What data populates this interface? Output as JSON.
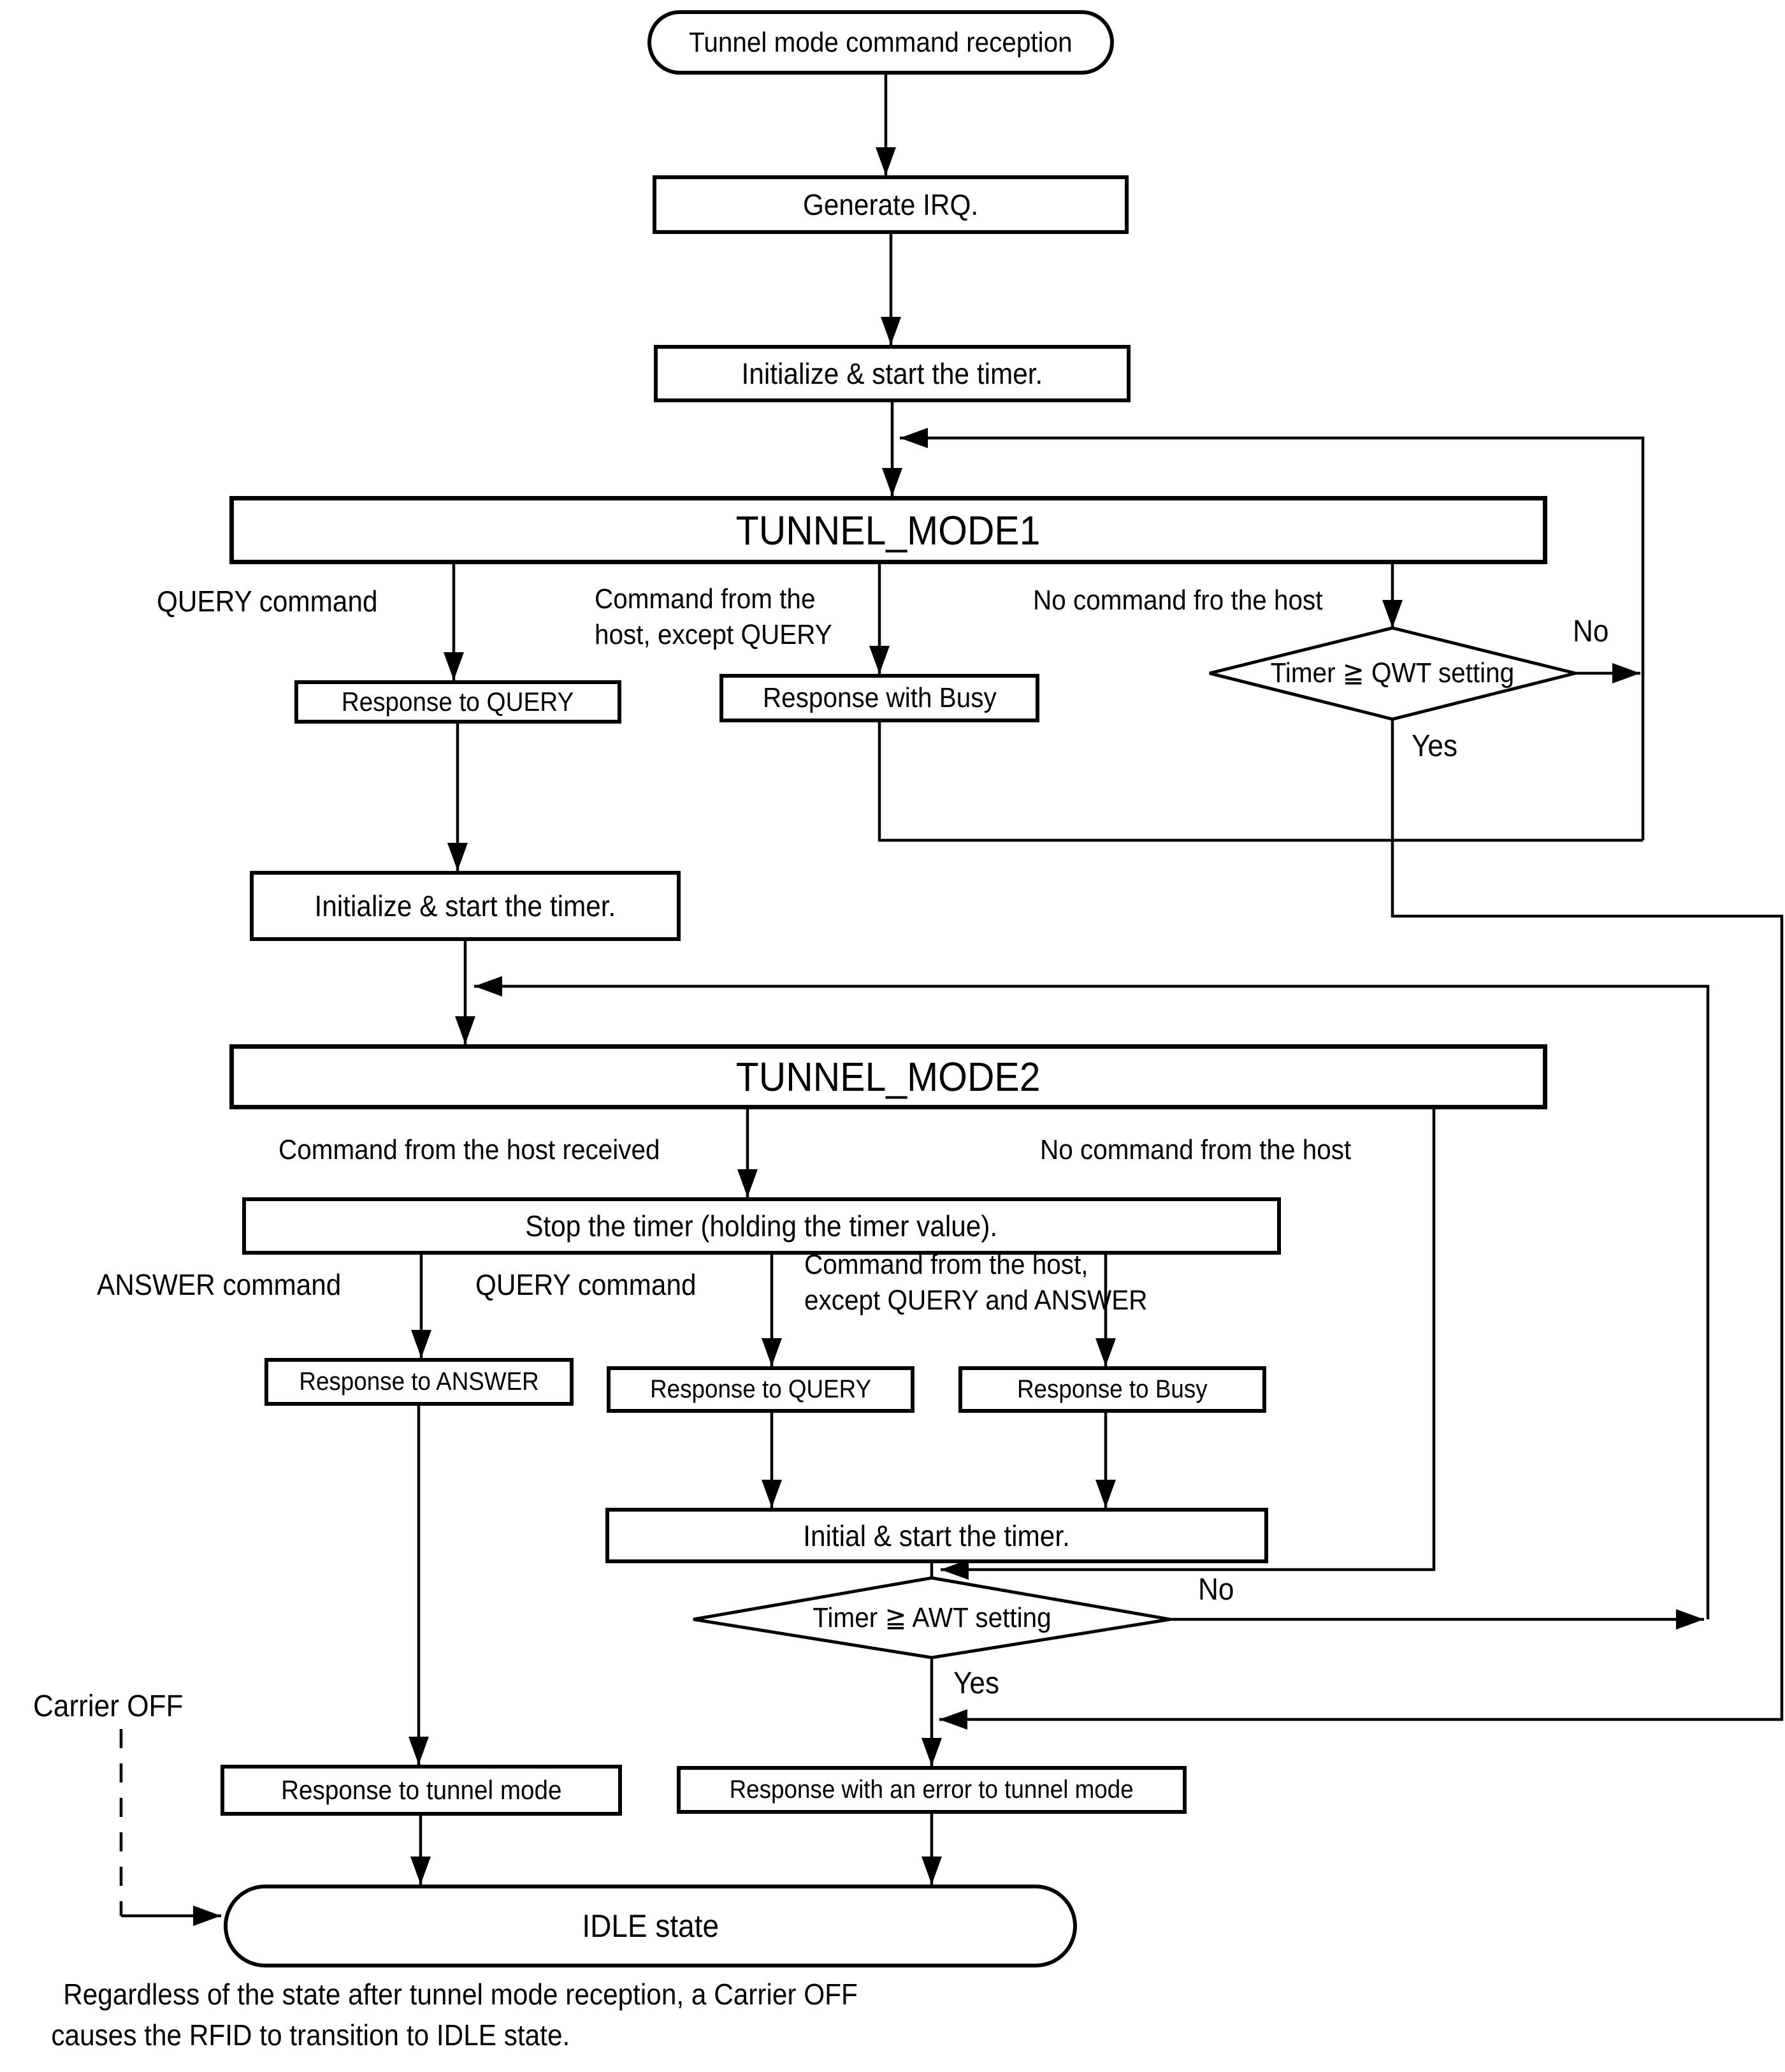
{
  "page": {
    "background": "#ffffff",
    "ink": "#000000"
  },
  "nodes": {
    "start": "Tunnel mode command reception",
    "generate_irq": "Generate IRQ.",
    "init_timer1": "Initialize & start the timer.",
    "tunnel_mode1": "TUNNEL_MODE1",
    "resp_query1": "Response to QUERY",
    "resp_busy1": "Response with Busy",
    "qwt_decision": "Timer ≧ QWT setting",
    "init_timer2": "Initialize & start the timer.",
    "tunnel_mode2": "TUNNEL_MODE2",
    "stop_timer": "Stop the timer (holding the timer value).",
    "resp_answer": "Response to ANSWER",
    "resp_query2": "Response to QUERY",
    "resp_busy2": "Response to Busy",
    "initial_timer": "Initial & start the timer.",
    "awt_decision": "Timer ≧ AWT setting",
    "resp_tunnel": "Response to tunnel mode",
    "resp_error": "Response with an error to tunnel mode",
    "idle": "IDLE state"
  },
  "edge_labels": {
    "query_command": "QUERY command",
    "cmd_except_query_line1": "Command from the",
    "cmd_except_query_line2": "host, except QUERY",
    "no_cmd_fro_host": "No command fro the host",
    "qwt_no": "No",
    "qwt_yes": "Yes",
    "cmd_received": "Command from the host received",
    "no_cmd_from_host": "No command from the host",
    "answer_command": "ANSWER command",
    "query_command2": "QUERY command",
    "cmd_except_qa_line1": "Command from the host,",
    "cmd_except_qa_line2": "except QUERY and ANSWER",
    "awt_no": "No",
    "awt_yes": "Yes",
    "carrier_off": "Carrier OFF"
  },
  "footnote": {
    "line1": "Regardless of the state after tunnel mode reception, a Carrier OFF",
    "line2": "causes the RFID to transition to IDLE state."
  }
}
